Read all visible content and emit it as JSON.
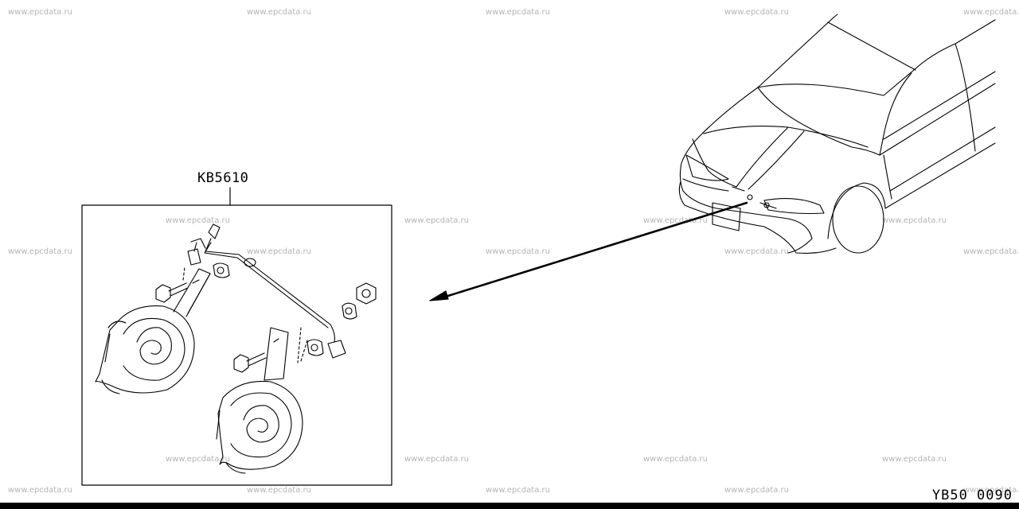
{
  "watermark": "www.epcdata.ru",
  "callout": {
    "part_code": "KB5610"
  },
  "footer": {
    "drawing_code": "YB50 0090"
  },
  "components": {
    "vehicle": "car-front-view",
    "horn_low": "horn",
    "horn_high": "horn",
    "bolts": "bolt",
    "nuts": "nut",
    "harness": "wire-harness"
  }
}
